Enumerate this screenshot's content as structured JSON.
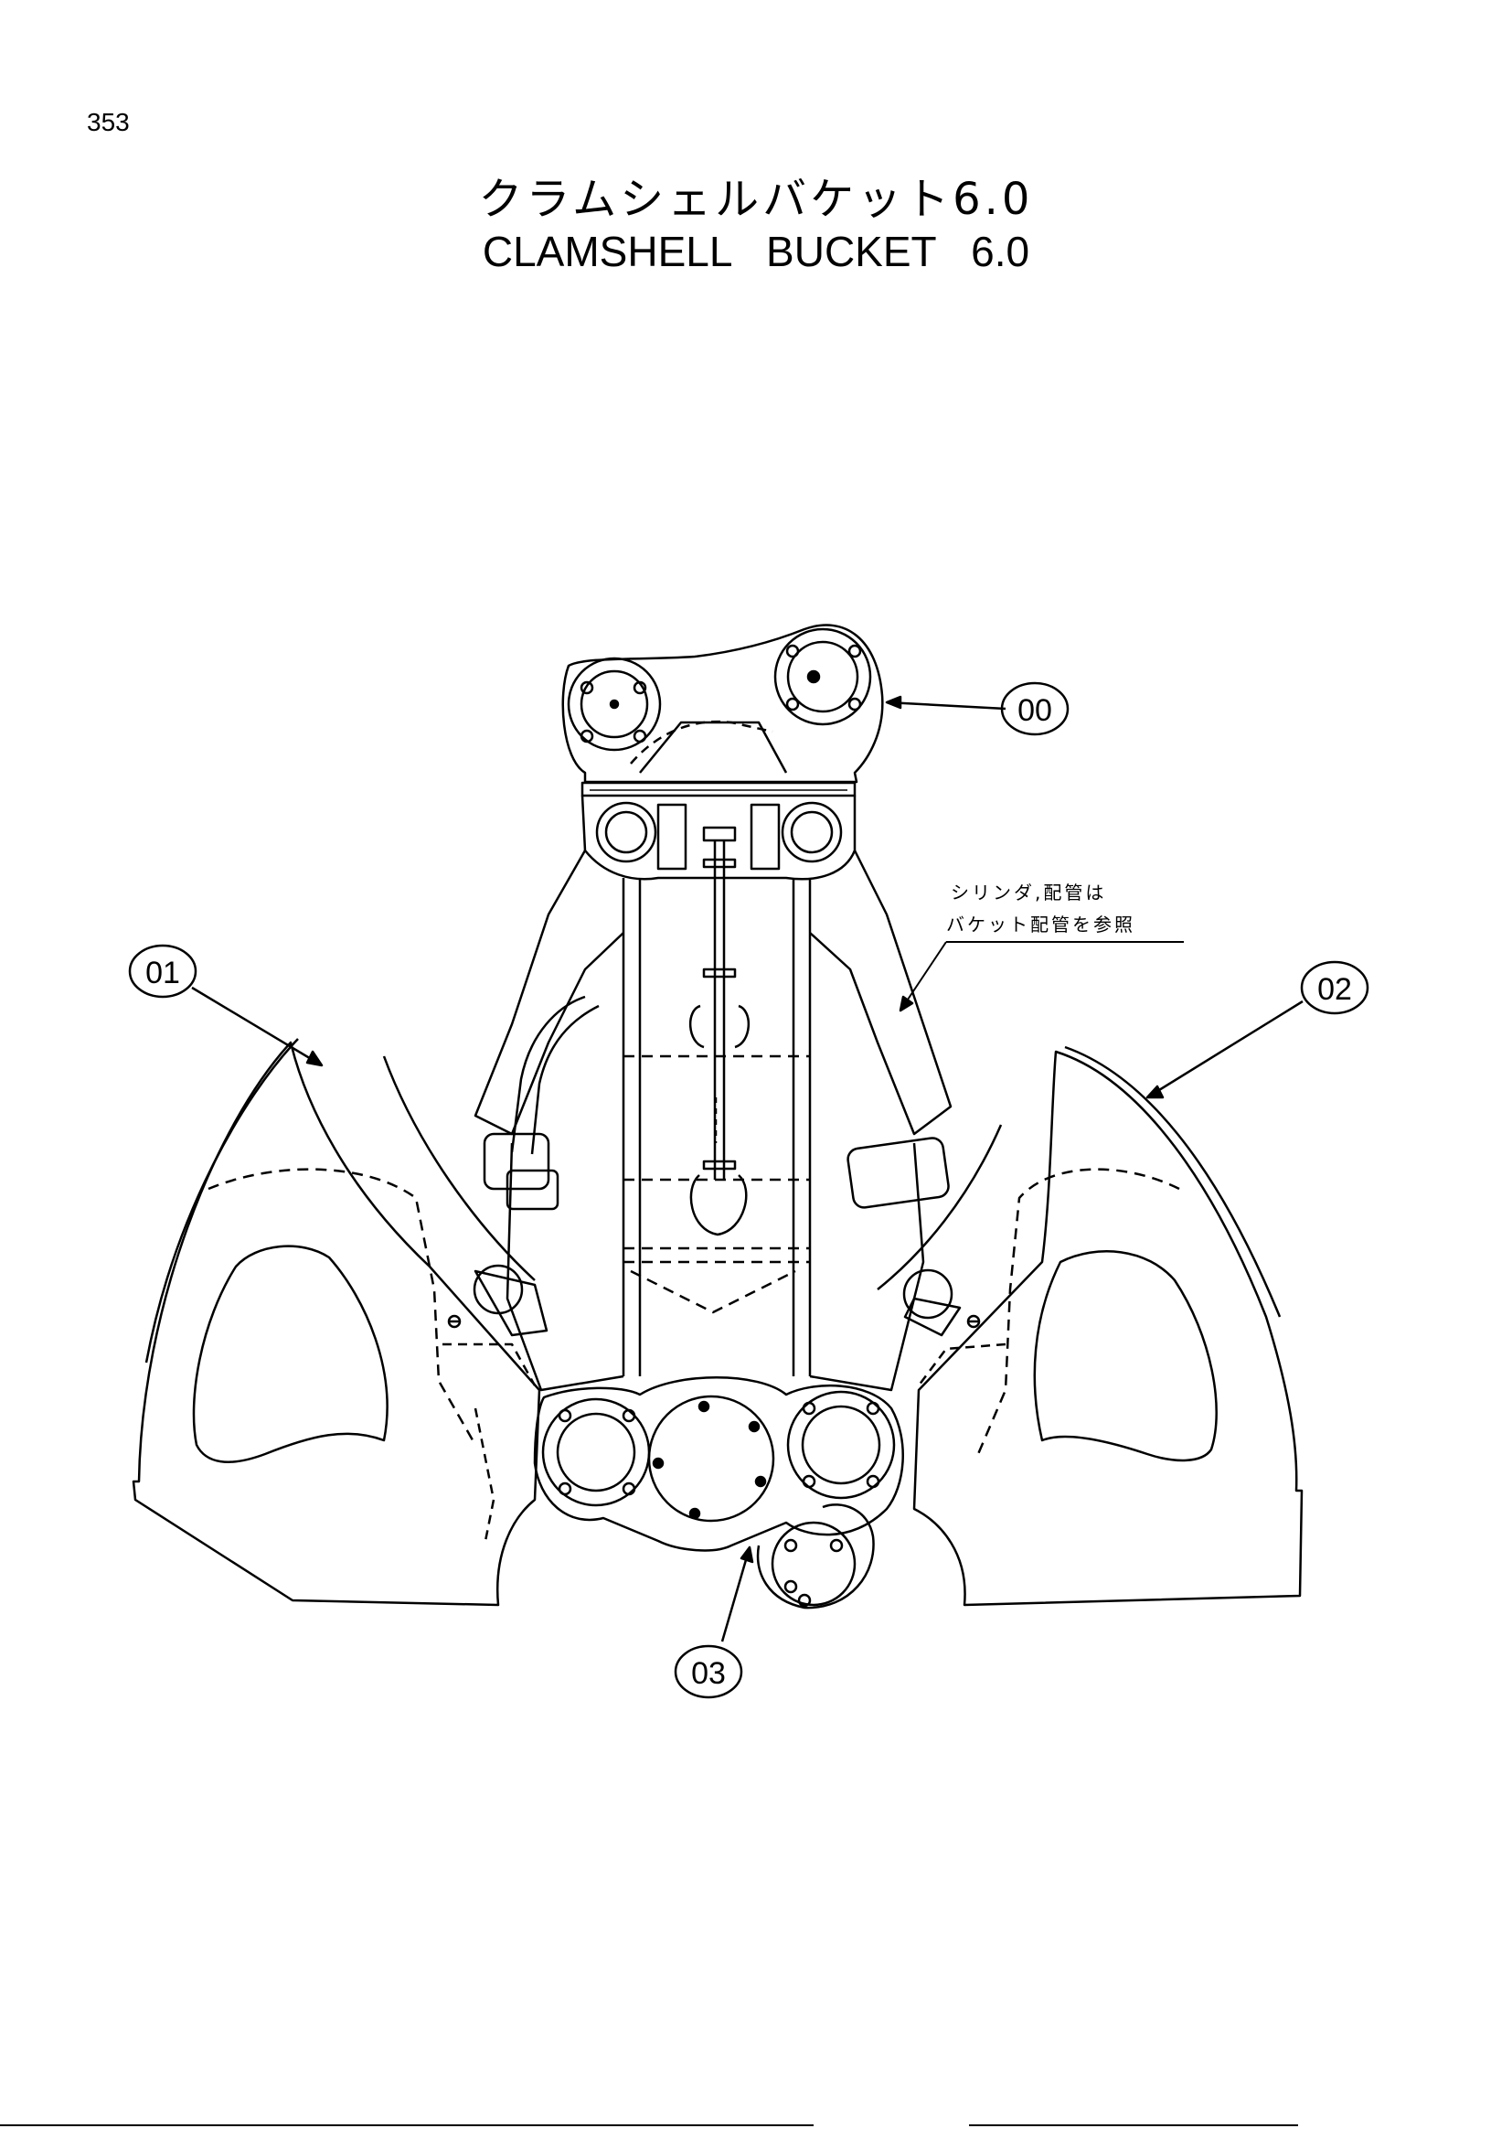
{
  "page_number": "353",
  "title_jp": "クラムシェルバケット6.0",
  "title_en": "CLAMSHELL   BUCKET   6.0",
  "callouts": {
    "c00": "00",
    "c01": "01",
    "c02": "02",
    "c03": "03"
  },
  "note": {
    "line1": "シリンダ,配管は",
    "line2": "バケット配管を参照"
  }
}
